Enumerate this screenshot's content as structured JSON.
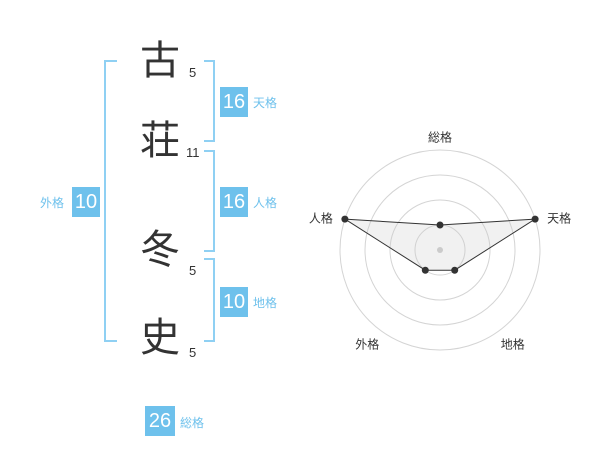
{
  "characters": [
    {
      "char": "古",
      "strokes": "5"
    },
    {
      "char": "荘",
      "strokes": "11"
    },
    {
      "char": "冬",
      "strokes": "5"
    },
    {
      "char": "史",
      "strokes": "5"
    }
  ],
  "kakusu": {
    "tenkaku": {
      "value": "16",
      "label": "天格"
    },
    "jinkaku": {
      "value": "16",
      "label": "人格"
    },
    "chikaku": {
      "value": "10",
      "label": "地格"
    },
    "gaikaku": {
      "value": "10",
      "label": "外格"
    },
    "soukaku": {
      "value": "26",
      "label": "総格"
    }
  },
  "colors": {
    "accent": "#6ec1ec",
    "bracket": "#8fd0f3",
    "text": "#333333"
  },
  "chart_data": {
    "type": "radar",
    "axes": [
      "総格",
      "天格",
      "地格",
      "外格",
      "人格"
    ],
    "values": [
      1,
      4,
      1,
      1,
      4
    ],
    "max": 4,
    "rings": 4
  }
}
